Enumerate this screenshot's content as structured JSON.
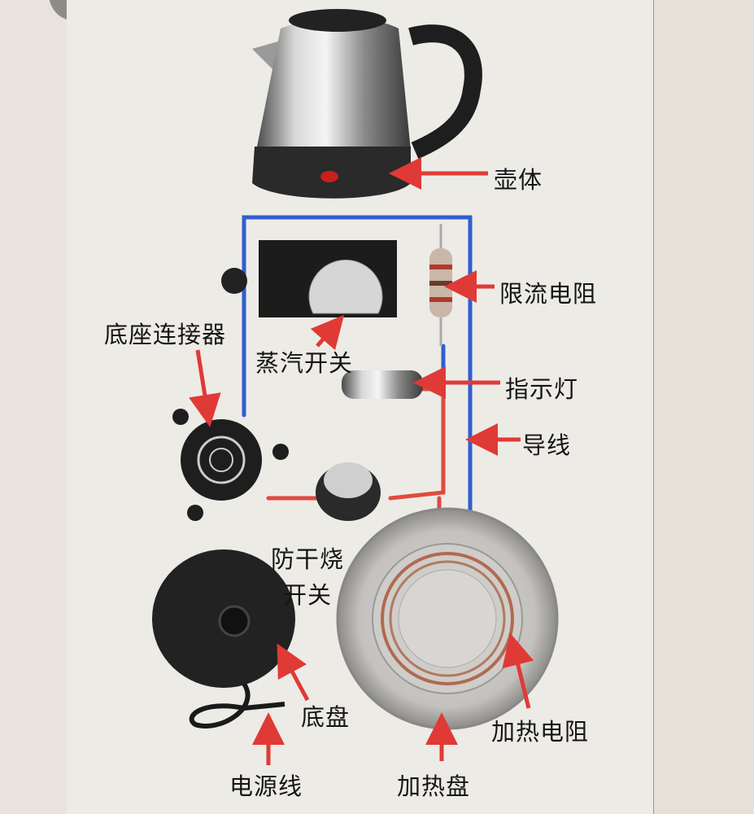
{
  "colors": {
    "arrow": "#e03a36",
    "wire_blue": "#2f5fd0",
    "wire_red": "#e04a40"
  },
  "labels": {
    "kettle_body": "壶体",
    "current_limiting_resistor": "限流电阻",
    "base_connector": "底座连接器",
    "steam_switch": "蒸汽开关",
    "indicator_light": "指示灯",
    "wire": "导线",
    "dry_burn_switch_line1": "防干烧",
    "dry_burn_switch_line2": "开关",
    "base_plate": "底盘",
    "heating_resistor": "加热电阻",
    "power_cord": "电源线",
    "heating_plate": "加热盘"
  }
}
